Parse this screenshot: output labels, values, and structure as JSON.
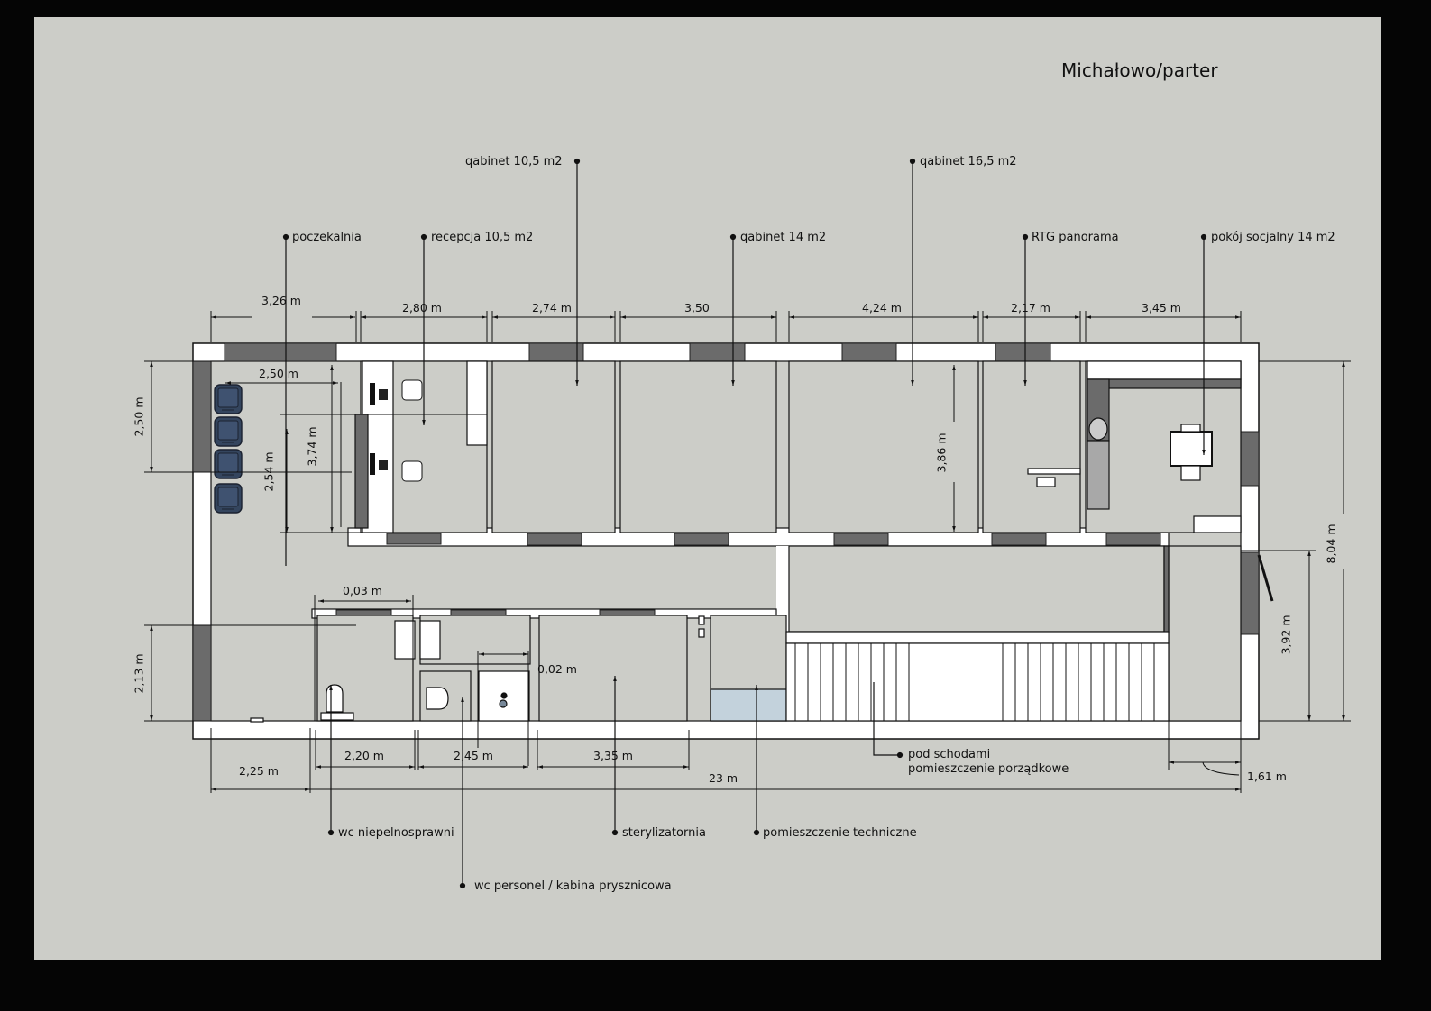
{
  "title": "Michałowo/parter",
  "rooms": {
    "poczekalnia": "poczekalnia",
    "recepcja": "recepcja 10,5 m2",
    "gabinet1": "qabinet 10,5 m2",
    "gabinet2": "qabinet 14 m2",
    "gabinet3": "qabinet 16,5 m2",
    "rtg": "RTG panorama",
    "socjalny": "pokój socjalny 14 m2",
    "wc_niep": "wc niepelnosprawni",
    "wc_personel": "wc personel / kabina prysznicowa",
    "sterylizatornia": "sterylizatornia",
    "techniczne": "pomieszczenie techniczne",
    "pod_schodami_1": "pod schodami",
    "pod_schodami_2": "pomieszczenie porządkowe"
  },
  "dimensions": {
    "top": [
      "3,26 m",
      "2,80 m",
      "2,74 m",
      "3,50",
      "4,24 m",
      "2,17 m",
      "3,45 m"
    ],
    "bottom": [
      "2,25 m",
      "2,20 m",
      "2,45 m",
      "3,35 m"
    ],
    "total_length": "23 m",
    "left_upper": "2,50 m",
    "left_lower": "2,13 m",
    "waiting_width": "2,50 m",
    "waiting_h1": "2,54 m",
    "waiting_h2": "3,74 m",
    "gabinet_height": "3,86 m",
    "wc_width_top": "0,03 m",
    "shower_width": "0,02 m",
    "right_total": "8,04 m",
    "right_lower": "3,92 m",
    "entrance_width": "1,61 m"
  },
  "colors": {
    "background": "#cccdc8",
    "frame": "#050505",
    "wall": "#ffffff",
    "window": "#6b6b6b",
    "chair": "#34455e",
    "tech_tank": "#c3d2dc"
  }
}
